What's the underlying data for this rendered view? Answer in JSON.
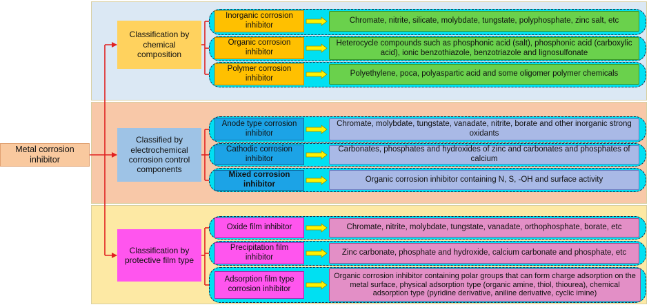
{
  "root": {
    "label": "Metal corrosion inhibitor"
  },
  "colors": {
    "connector": "#e02020",
    "row_fill": "#00e0f2",
    "row_border": "#1a2a4a",
    "yellow_arrow": "#fff200"
  },
  "groups": [
    {
      "label": "Classification by chemical composition",
      "section_color": "#dbe8f4",
      "cat_color": "#ffd25e",
      "sub_color": "#ffc000",
      "sub_border": "#c58a00",
      "desc_color": "#6ad14c",
      "desc_border": "#3a9a2a",
      "items": [
        {
          "name": "Inorganic corrosion inhibitor",
          "desc": "Chromate, nitrite, silicate, molybdate, tungstate, polyphosphate, zinc salt, etc"
        },
        {
          "name": "Organic corrosion inhibitor",
          "desc": "Heterocycle compounds such as phosphonic acid (salt), phosphonic acid (carboxylic acid), ionic benzothiazole, benzotriazole and lignosulfonate"
        },
        {
          "name": "Polymer corrosion inhibitor",
          "desc": "Polyethylene, poca, polyaspartic acid and some oligomer polymer chemicals"
        }
      ]
    },
    {
      "label": "Classified by electrochemical corrosion control components",
      "section_color": "#f8c8a8",
      "cat_color": "#9ec3e6",
      "sub_color": "#1ca3e6",
      "sub_border": "#0d6aa0",
      "desc_color": "#a9b9e6",
      "desc_border": "#6a7ac0",
      "items": [
        {
          "name": "Anode type corrosion inhibitor",
          "desc": "Chromate, molybdate, tungstate, vanadate, nitrite, borate and other inorganic strong oxidants"
        },
        {
          "name": "Cathodic corrosion inhibitor",
          "desc": "Carbonates, phosphates and hydroxides of zinc and carbonates and phosphates of calcium"
        },
        {
          "name": "Mixed corrosion inhibitor",
          "desc": "Organic corrosion inhibitor containing N, S, -OH and surface activity"
        }
      ]
    },
    {
      "label": "Classification by protective film type",
      "section_color": "#fde9a4",
      "cat_color": "#ff55ee",
      "sub_color": "#ff55ee",
      "sub_border": "#b020a8",
      "desc_color": "#e38fc6",
      "desc_border": "#a84a88",
      "items": [
        {
          "name": "Oxide film inhibitor",
          "desc": "Chromate, nitrite, molybdate, tungstate, vanadate, orthophosphate, borate, etc"
        },
        {
          "name": "Precipitation film inhibitor",
          "desc": "Zinc carbonate, phosphate and hydroxide, calcium carbonate and phosphate, etc"
        },
        {
          "name": "Adsorption film type corrosion inhibitor",
          "desc": "Organic corrosion inhibitor containing polar groups that can form charge adsorption on the metal surface, physical adsorption type (organic amine, thiol, thiourea), chemical adsorption type (pyridine derivative, aniline derivative, cyclic imine)"
        }
      ]
    }
  ]
}
